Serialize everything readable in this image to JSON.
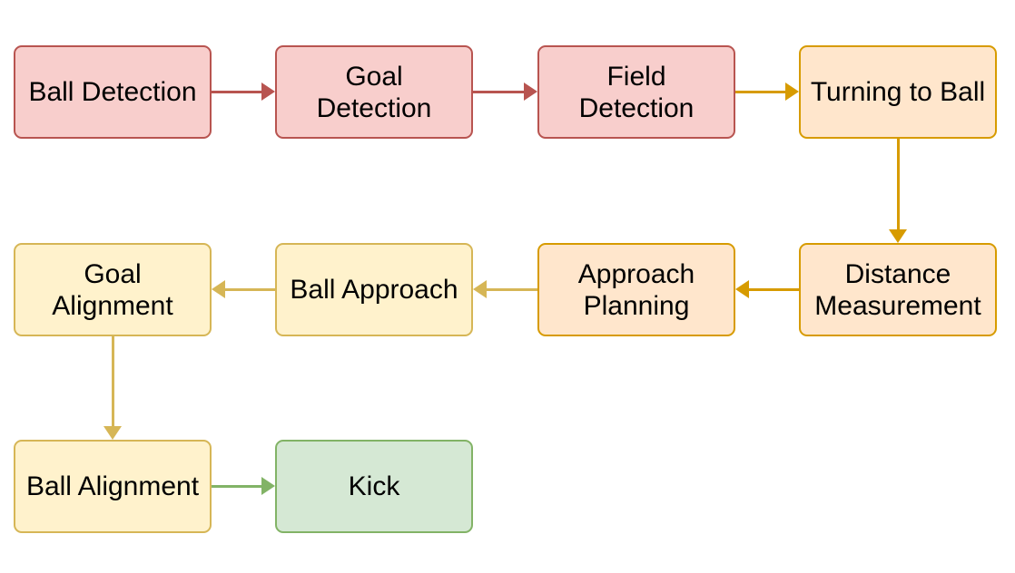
{
  "diagram": {
    "type": "flowchart",
    "background": "#FFFFFF",
    "text_color": "#000000",
    "palette": {
      "red_fill": "#F8CECC",
      "red_stroke": "#B85450",
      "orange_fill": "#FFE6CC",
      "orange_stroke": "#D79B00",
      "yellow_fill": "#FFF2CC",
      "yellow_stroke": "#D6B656",
      "green_fill": "#D5E8D4",
      "green_stroke": "#82B366"
    },
    "nodes": [
      {
        "id": "ball-detection",
        "label": "Ball Detection",
        "fill": "#F8CECC",
        "stroke": "#B85450"
      },
      {
        "id": "goal-detection",
        "label": "Goal\nDetection",
        "fill": "#F8CECC",
        "stroke": "#B85450"
      },
      {
        "id": "field-detection",
        "label": "Field\nDetection",
        "fill": "#F8CECC",
        "stroke": "#B85450"
      },
      {
        "id": "turning-to-ball",
        "label": "Turning to Ball",
        "fill": "#FFE6CC",
        "stroke": "#D79B00"
      },
      {
        "id": "distance-measurement",
        "label": "Distance\nMeasurement",
        "fill": "#FFE6CC",
        "stroke": "#D79B00"
      },
      {
        "id": "approach-planning",
        "label": "Approach\nPlanning",
        "fill": "#FFE6CC",
        "stroke": "#D79B00"
      },
      {
        "id": "ball-approach",
        "label": "Ball Approach",
        "fill": "#FFF2CC",
        "stroke": "#D6B656"
      },
      {
        "id": "goal-alignment",
        "label": "Goal\nAlignment",
        "fill": "#FFF2CC",
        "stroke": "#D6B656"
      },
      {
        "id": "ball-alignment",
        "label": "Ball Alignment",
        "fill": "#FFF2CC",
        "stroke": "#D6B656"
      },
      {
        "id": "kick",
        "label": "Kick",
        "fill": "#D5E8D4",
        "stroke": "#82B366"
      }
    ],
    "edges": [
      {
        "from": "ball-detection",
        "to": "goal-detection",
        "direction": "right",
        "color": "#B85450"
      },
      {
        "from": "goal-detection",
        "to": "field-detection",
        "direction": "right",
        "color": "#B85450"
      },
      {
        "from": "field-detection",
        "to": "turning-to-ball",
        "direction": "right",
        "color": "#D79B00"
      },
      {
        "from": "turning-to-ball",
        "to": "distance-measurement",
        "direction": "down",
        "color": "#D79B00"
      },
      {
        "from": "distance-measurement",
        "to": "approach-planning",
        "direction": "left",
        "color": "#D79B00"
      },
      {
        "from": "approach-planning",
        "to": "ball-approach",
        "direction": "left",
        "color": "#D6B656"
      },
      {
        "from": "ball-approach",
        "to": "goal-alignment",
        "direction": "left",
        "color": "#D6B656"
      },
      {
        "from": "goal-alignment",
        "to": "ball-alignment",
        "direction": "down",
        "color": "#D6B656"
      },
      {
        "from": "ball-alignment",
        "to": "kick",
        "direction": "right",
        "color": "#82B366"
      }
    ]
  }
}
